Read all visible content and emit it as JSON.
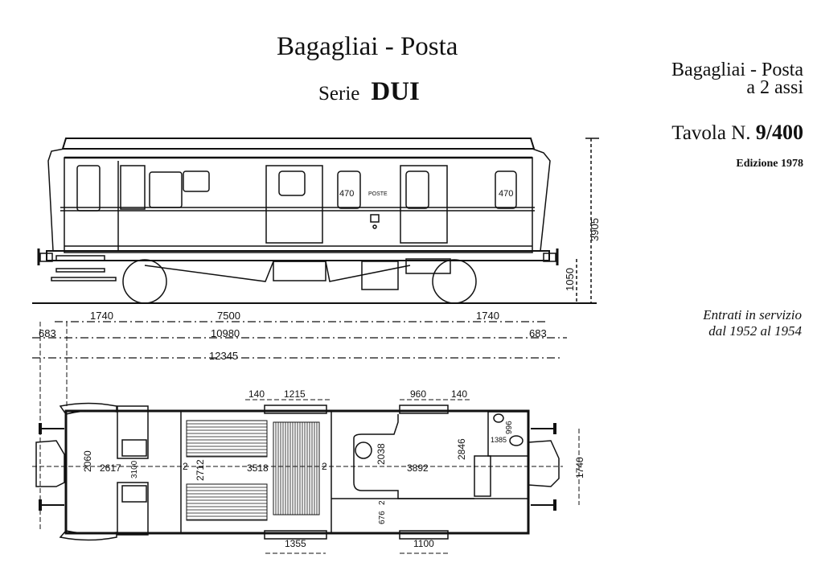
{
  "header": {
    "title": "Bagagliai - Posta",
    "serie_label": "Serie",
    "serie_code": "DUI"
  },
  "sidebar": {
    "type_line1": "Bagagliai - Posta",
    "type_line2": "a 2 assi",
    "tavola_label": "Tavola N.",
    "tavola_number": "9/400",
    "edition": "Edizione 1978",
    "service_line1": "Entrati in servizio",
    "service_line2": "dal 1952 al 1954"
  },
  "side_view": {
    "window_label_1": "470",
    "window_label_2": "470",
    "poste": "POSTE",
    "height_total": "3905",
    "height_floor": "1050",
    "overhang_left": "1740",
    "wheelbase": "7500",
    "overhang_right": "1740",
    "buffer_left": "683",
    "body_length": "10980",
    "buffer_right": "683",
    "length_over_buffers": "12345"
  },
  "plan_view": {
    "top_dims": [
      "140",
      "1215",
      "960",
      "140"
    ],
    "bottom_dims": [
      "1355",
      "1100"
    ],
    "rooms": [
      "2060",
      "2617",
      "3100",
      "2",
      "2712",
      "3518",
      "2",
      "2038",
      "3892",
      "2846",
      "996",
      "1385",
      "676",
      "2"
    ],
    "buffer_spacing": "1740"
  }
}
